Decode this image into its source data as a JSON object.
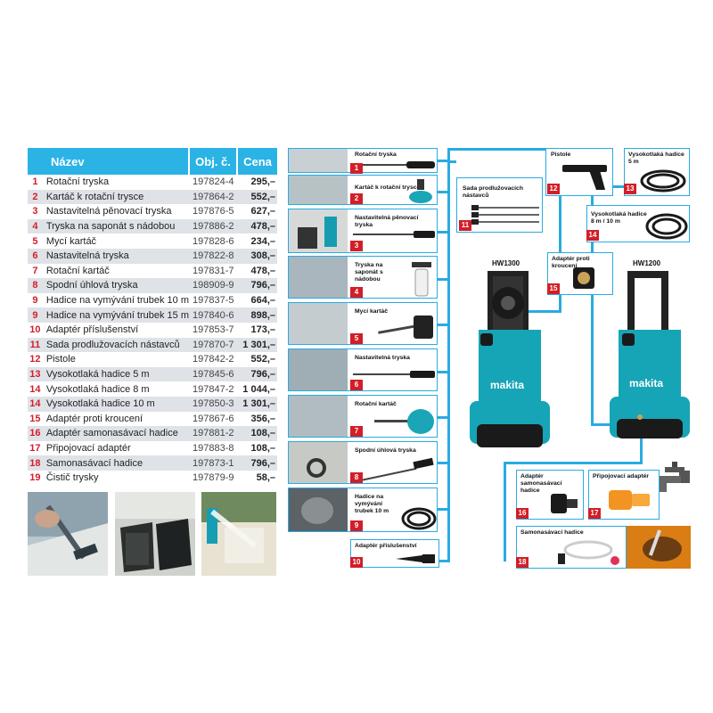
{
  "table": {
    "header": {
      "name": "Název",
      "code": "Obj. č.",
      "price": "Cena"
    },
    "rows": [
      {
        "n": "1",
        "name": "Rotační tryska",
        "code": "197824-4",
        "price": "295,–"
      },
      {
        "n": "2",
        "name": "Kartáč k rotační trysce",
        "code": "197864-2",
        "price": "552,–"
      },
      {
        "n": "3",
        "name": "Nastavitelná pěnovací tryska",
        "code": "197876-5",
        "price": "627,–"
      },
      {
        "n": "4",
        "name": "Tryska na saponát s nádobou",
        "code": "197886-2",
        "price": "478,–"
      },
      {
        "n": "5",
        "name": "Mycí kartáč",
        "code": "197828-6",
        "price": "234,–"
      },
      {
        "n": "6",
        "name": "Nastavitelná tryska",
        "code": "197822-8",
        "price": "308,–"
      },
      {
        "n": "7",
        "name": "Rotační kartáč",
        "code": "197831-7",
        "price": "478,–"
      },
      {
        "n": "8",
        "name": "Spodní úhlová tryska",
        "code": "198909-9",
        "price": "796,–"
      },
      {
        "n": "9",
        "name": "Hadice na vymývání trubek 10 m",
        "code": "197837-5",
        "price": "664,–"
      },
      {
        "n": "9",
        "name": "Hadice na vymývání trubek 15 m",
        "code": "197840-6",
        "price": "898,–"
      },
      {
        "n": "10",
        "name": "Adaptér příslušenství",
        "code": "197853-7",
        "price": "173,–"
      },
      {
        "n": "11",
        "name": "Sada prodlužovacích nástavců",
        "code": "197870-7",
        "price": "1 301,–"
      },
      {
        "n": "12",
        "name": "Pistole",
        "code": "197842-2",
        "price": "552,–"
      },
      {
        "n": "13",
        "name": "Vysokotlaká hadice 5 m",
        "code": "197845-6",
        "price": "796,–"
      },
      {
        "n": "14",
        "name": "Vysokotlaká hadice 8 m",
        "code": "197847-2",
        "price": "1 044,–"
      },
      {
        "n": "14",
        "name": "Vysokotlaká hadice 10 m",
        "code": "197850-3",
        "price": "1 301,–"
      },
      {
        "n": "15",
        "name": "Adaptér proti kroucení",
        "code": "197867-6",
        "price": "356,–"
      },
      {
        "n": "16",
        "name": "Adaptér samonasávací hadice",
        "code": "197881-2",
        "price": "108,–"
      },
      {
        "n": "17",
        "name": "Připojovací adaptér",
        "code": "197883-8",
        "price": "108,–"
      },
      {
        "n": "18",
        "name": "Samonasávací hadice",
        "code": "197873-1",
        "price": "796,–"
      },
      {
        "n": "19",
        "name": "Čistič trysky",
        "code": "197879-9",
        "price": "58,–"
      }
    ]
  },
  "diagram": {
    "items": {
      "i1": {
        "num": "1",
        "label": "Rotační tryska"
      },
      "i2": {
        "num": "2",
        "label": "Kartáč k rotační trysce"
      },
      "i3": {
        "num": "3",
        "label": "Nastavitelná pěnovací tryska"
      },
      "i4": {
        "num": "4",
        "label": "Tryska na saponát s nádobou"
      },
      "i5": {
        "num": "5",
        "label": "Mycí kartáč"
      },
      "i6": {
        "num": "6",
        "label": "Nastavitelná tryska"
      },
      "i7": {
        "num": "7",
        "label": "Rotační kartáč"
      },
      "i8": {
        "num": "8",
        "label": "Spodní úhlová tryska"
      },
      "i9": {
        "num": "9",
        "label": "Hadice na vymývání trubek 10 m"
      },
      "i10": {
        "num": "10",
        "label": "Adaptér příslušenství"
      },
      "i11": {
        "num": "11",
        "label": "Sada prodlužovacích nástavců"
      },
      "i12": {
        "num": "12",
        "label": "Pistole"
      },
      "i13": {
        "num": "13",
        "label": "Vysokotlaká hadice 5 m"
      },
      "i14": {
        "num": "14",
        "label": "Vysokotlaká hadice 8 m / 10 m"
      },
      "i15": {
        "num": "15",
        "label": "Adaptér proti kroucení"
      },
      "i16": {
        "num": "16",
        "label": "Adaptér samonasávací hadice"
      },
      "i17": {
        "num": "17",
        "label": "Připojovací adaptér"
      },
      "i18": {
        "num": "18",
        "label": "Samonasávací hadice"
      }
    },
    "machines": {
      "hw1300": "HW1300",
      "hw1200": "HW1200",
      "brand": "makita"
    }
  },
  "colors": {
    "accent": "#2bb3e6",
    "number": "#d21f27",
    "stripe": "#dfe3e8",
    "machine": "#16a5b6"
  }
}
